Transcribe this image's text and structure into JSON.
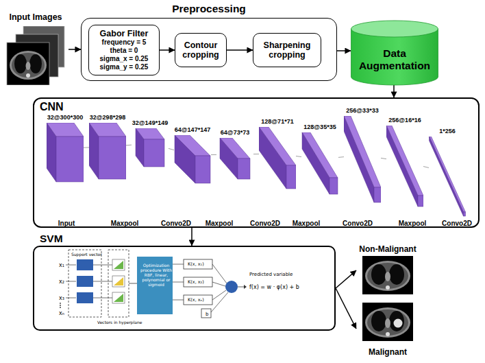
{
  "diagram": {
    "nodes": [
      {
        "text": [
          "Input Images"
        ]
      },
      {
        "text": [
          "Preprocessing"
        ]
      },
      {
        "text": [
          "Gabor Filter",
          "frequency = 5",
          "theta = 0",
          "sigma_x = 0.25",
          "sigma_y = 0.25"
        ],
        "in": 1
      },
      {
        "text": [
          "Contour cropping"
        ],
        "in": 1
      },
      {
        "text": [
          "Sharpening cropping"
        ],
        "in": 1
      },
      {
        "text": [
          "Data Augmentation"
        ]
      },
      {
        "text": [
          "CNN"
        ]
      },
      {
        "text": [
          "32@300*300"
        ],
        "in": 6
      },
      {
        "text": [
          "32@298*298"
        ],
        "in": 6
      },
      {
        "text": [
          "32@149*149"
        ],
        "in": 6
      },
      {
        "text": [
          "64@147*147"
        ],
        "in": 6
      },
      {
        "text": [
          "64@73*73"
        ],
        "in": 6
      },
      {
        "text": [
          "128@71*71"
        ],
        "in": 6
      },
      {
        "text": [
          "128@35*35"
        ],
        "in": 6
      },
      {
        "text": [
          "256@33*33"
        ],
        "in": 6
      },
      {
        "text": [
          "256@16*16"
        ],
        "in": 6
      },
      {
        "text": [
          "1*256"
        ],
        "in": 6
      },
      {
        "text": [
          "SVM"
        ]
      },
      {
        "text": [
          "Non-Malignant"
        ]
      },
      {
        "text": [
          "Malignant"
        ]
      }
    ],
    "edges": [
      {
        "from": 0,
        "to": 1,
        "arrow": "to"
      },
      {
        "from": 2,
        "to": 3,
        "arrow": "to"
      },
      {
        "from": 3,
        "to": 4,
        "arrow": "to"
      },
      {
        "from": 1,
        "to": 5,
        "arrow": "to"
      },
      {
        "from": 5,
        "to": 6,
        "arrow": "to"
      },
      {
        "from": 6,
        "to": 17,
        "arrow": "to"
      },
      {
        "from": 17,
        "to": 18,
        "arrow": "to"
      },
      {
        "from": 17,
        "to": 19,
        "arrow": "to"
      },
      {
        "from": 7,
        "to": 8,
        "arrow": "none"
      },
      {
        "from": 8,
        "to": 9,
        "arrow": "none"
      },
      {
        "from": 9,
        "to": 10,
        "arrow": "none"
      },
      {
        "from": 10,
        "to": 11,
        "arrow": "none"
      },
      {
        "from": 11,
        "to": 12,
        "arrow": "none"
      },
      {
        "from": 12,
        "to": 13,
        "arrow": "none"
      },
      {
        "from": 13,
        "to": 14,
        "arrow": "none"
      },
      {
        "from": 14,
        "to": 15,
        "arrow": "none"
      },
      {
        "from": 15,
        "to": 16,
        "arrow": "none"
      }
    ],
    "labels": [
      "Input",
      "Maxpool",
      "Convo2D",
      "Maxpool",
      "Convo2D",
      "Maxpool",
      "Convo2D",
      "Maxpool",
      "Convo2D",
      "Support vector",
      "x₁",
      "x₂",
      "x₃",
      "xₙ",
      "Vectors in hyperplane",
      "Optimization procedure With RBF, linear, polynomial or sigmoid",
      "K(x, x₁)",
      "K(x, x₂)",
      "K(x, xₙ)",
      "b",
      "Predicted variable",
      "f(x) = w · φ(x) + b"
    ]
  }
}
